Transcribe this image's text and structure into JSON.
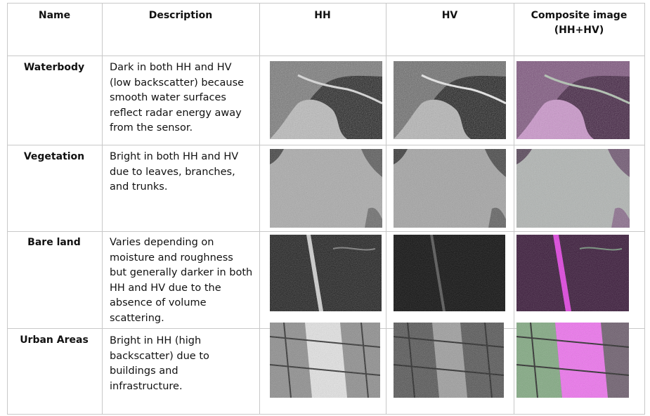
{
  "table": {
    "headers": {
      "name": "Name",
      "description": "Description",
      "hh": "HH",
      "hv": "HV",
      "composite": "Composite image\n(HH+HV)"
    },
    "rows": [
      {
        "name": "Waterbody",
        "description": "Dark in both HH and HV\n(low backscatter) because\nsmooth water surfaces\nreflect radar energy away\nfrom the sensor."
      },
      {
        "name": "Vegetation",
        "description": "Bright in both HH and HV\ndue to leaves, branches,\nand trunks."
      },
      {
        "name": "Bare land",
        "description": " Varies depending on\nmoisture and roughness\nbut generally darker in both\nHH and HV due to the\nabsence of volume\nscattering."
      },
      {
        "name": "Urban Areas",
        "description": " Bright in HH (high\nbackscatter) due to\nbuildings and\ninfrastructure."
      }
    ]
  },
  "colors": {
    "grid": "#c8c8c8",
    "composite_magenta": "#e040e0",
    "composite_green": "#7fd88a"
  }
}
